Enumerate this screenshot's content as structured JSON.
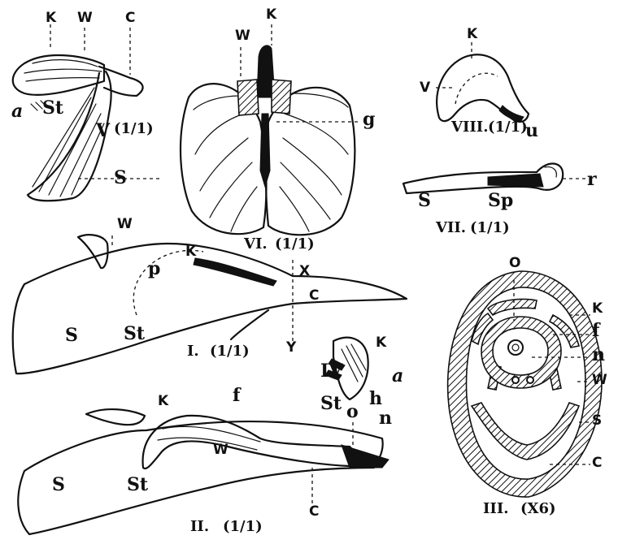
{
  "figures": {
    "fig1": {
      "numeral": "I.",
      "scale": "(1/1)",
      "labels": {
        "W": "W",
        "K": "K",
        "p": "p",
        "X": "X",
        "C": "C",
        "Y": "Y",
        "S": "S",
        "St": "St"
      }
    },
    "fig2": {
      "numeral": "II.",
      "scale": "(1/1)",
      "labels": {
        "K": "K",
        "f": "f",
        "W": "W",
        "o": "o",
        "n": "n",
        "C": "C",
        "S": "S",
        "St": "St"
      }
    },
    "fig3": {
      "numeral": "III.",
      "scale": "(X6)",
      "labels": {
        "O": "O",
        "K": "K",
        "f": "f",
        "n": "n",
        "W": "W",
        "S": "S",
        "C": "C"
      }
    },
    "fig4": {
      "numeral": "IV",
      "labels": {
        "K": "K",
        "a": "a",
        "St": "St",
        "h": "h"
      }
    },
    "fig5": {
      "numeral": "V",
      "scale": "(1/1)",
      "labels": {
        "K": "K",
        "W": "W",
        "C": "C",
        "a": "a",
        "St": "St",
        "S": "S"
      }
    },
    "fig6": {
      "numeral": "VI.",
      "scale": "(1/1)",
      "labels": {
        "W": "W",
        "K": "K",
        "g": "g"
      }
    },
    "fig7": {
      "numeral": "VII.",
      "scale": "(1/1)",
      "labels": {
        "S": "S",
        "Sp": "Sp",
        "r": "r"
      }
    },
    "fig8": {
      "numeral": "VIII.",
      "scale": "(1/1)",
      "labels": {
        "K": "K",
        "V": "V",
        "u": "u"
      }
    }
  }
}
